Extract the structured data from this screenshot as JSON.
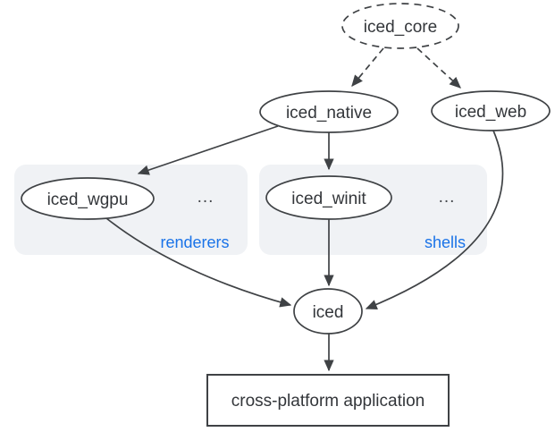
{
  "diagram": {
    "nodes": {
      "iced_core": "iced_core",
      "iced_native": "iced_native",
      "iced_web": "iced_web",
      "iced_wgpu": "iced_wgpu",
      "iced_winit": "iced_winit",
      "iced": "iced",
      "application": "cross-platform application"
    },
    "groups": {
      "renderers": {
        "label": "renderers",
        "more": "..."
      },
      "shells": {
        "label": "shells",
        "more": "..."
      }
    },
    "edges": [
      {
        "from": "iced_core",
        "to": "iced_native",
        "style": "dashed"
      },
      {
        "from": "iced_core",
        "to": "iced_web",
        "style": "dashed"
      },
      {
        "from": "iced_native",
        "to": "iced_wgpu",
        "style": "solid"
      },
      {
        "from": "iced_native",
        "to": "iced_winit",
        "style": "solid"
      },
      {
        "from": "iced_wgpu",
        "to": "iced",
        "style": "solid"
      },
      {
        "from": "iced_winit",
        "to": "iced",
        "style": "solid"
      },
      {
        "from": "iced_web",
        "to": "iced",
        "style": "solid"
      },
      {
        "from": "iced",
        "to": "application",
        "style": "solid"
      }
    ],
    "colors": {
      "stroke": "#3f4245",
      "text": "#33363a",
      "group_fill": "#f0f2f5",
      "group_label": "#1a73e8",
      "node_fill": "#ffffff",
      "background": "#ffffff"
    }
  }
}
